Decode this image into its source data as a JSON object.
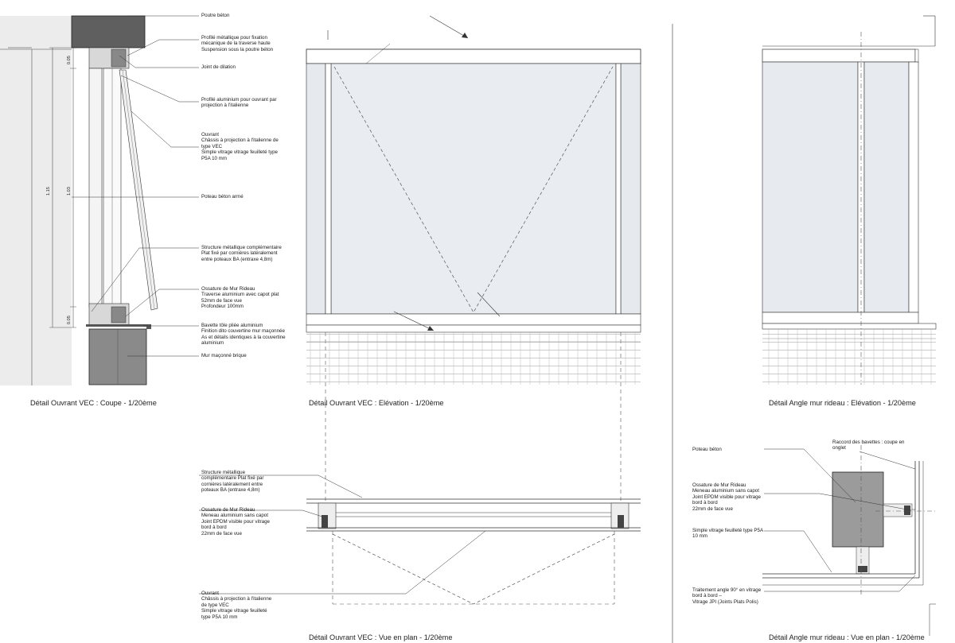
{
  "captions": {
    "section": "Détail Ouvrant VEC : Coupe - 1/20ème",
    "elevation": "Détail Ouvrant VEC : Elévation - 1/20ème",
    "corner_elevation": "Détail Angle mur rideau : Elévation - 1/20ème",
    "plan": "Détail Ouvrant VEC : Vue en plan - 1/20ème",
    "corner_plan": "Détail Angle mur rideau : Vue en plan - 1/20ème"
  },
  "dimensions": {
    "total": "1.15",
    "opening": "1.03",
    "top": "0.05",
    "bottom": "0.05"
  },
  "section_labels": {
    "poutre_beton": "Poutre béton",
    "profile_metallique": "Profilé métallique pour fixation\nmécanique de la traverse haute\nSuspension sous la poutre béton",
    "joint_dilation": "Joint de dilation",
    "profile_aluminium": "Profilé aluminium pour ouvrant par\nprojection à l'italienne",
    "ouvrant": "Ouvrant\nChâssis à projection à l'italienne de\ntype VEC\nSimple vitrage vitrage feuilleté type\nP5A 10 mm",
    "poteau_beton_arme": "Poteau béton armé",
    "structure_metallique": "Structure métallique complémentaire\nPlat fixé par cornières latéralement\nentre poteaux BA (entraxe 4,8m)",
    "ossature": "Ossature de Mur Rideau\nTraverse aluminium avec capot plat\n52mm de face vue\nProfondeur 100mm",
    "bavette": "Bavette tôle pliée aluminium\nFinition dito couvertine mur maçonnée\nAs et détails identiques à la couvertine\naluminium",
    "mur_maconne": "Mur maçonné brique"
  },
  "plan_labels": {
    "structure": "Structure métallique\ncomplémentaire Plat fixé par\ncornières latéralement entre\npoteaux BA (entraxe 4,8m)",
    "ossature": "Ossature de Mur Rideau\nMeneau aluminium sans capot\nJoint EPDM visible pour vitrage\nbord à bord\n22mm de face vue",
    "ouvrant": "Ouvrant\nChâssis à projection à l'italienne\nde type VEC\nSimple vitrage vitrage feuilleté\ntype P5A 10 mm"
  },
  "corner_plan_labels": {
    "raccord": "Raccord des bavettes : coupe en\nonglet",
    "poteau": "Poteau béton",
    "ossature": "Ossature de Mur Rideau\nMeneau aluminium sans capot\nJoint EPDM visible pour vitrage\nbord à bord\n22mm de face vue",
    "simple_vitrage": "Simple vitrage feuilleté type P5A\n10 mm",
    "traitement": "Traitement angle 90° en vitrage\nbord à bord –\nVitrage JPI (Joints Plats Polis)"
  }
}
